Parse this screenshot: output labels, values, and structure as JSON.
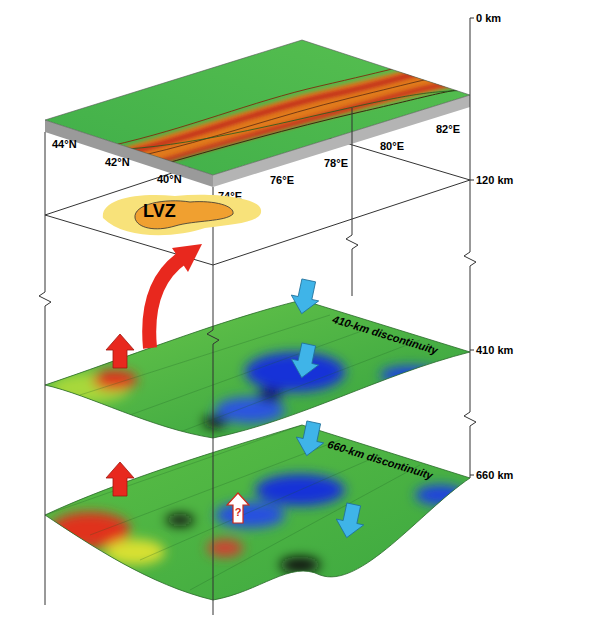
{
  "diagram": {
    "nodes": [
      {
        "text": [
          "LVZ"
        ]
      },
      {
        "text": [
          "?"
        ]
      }
    ],
    "labels": [
      "0 km",
      "120 km",
      "410 km",
      "660 km",
      "44°N",
      "42°N",
      "40°N",
      "74°E",
      "76°E",
      "78°E",
      "80°E",
      "82°E",
      "410-km discontinuity",
      "660-km discontinuity"
    ]
  }
}
